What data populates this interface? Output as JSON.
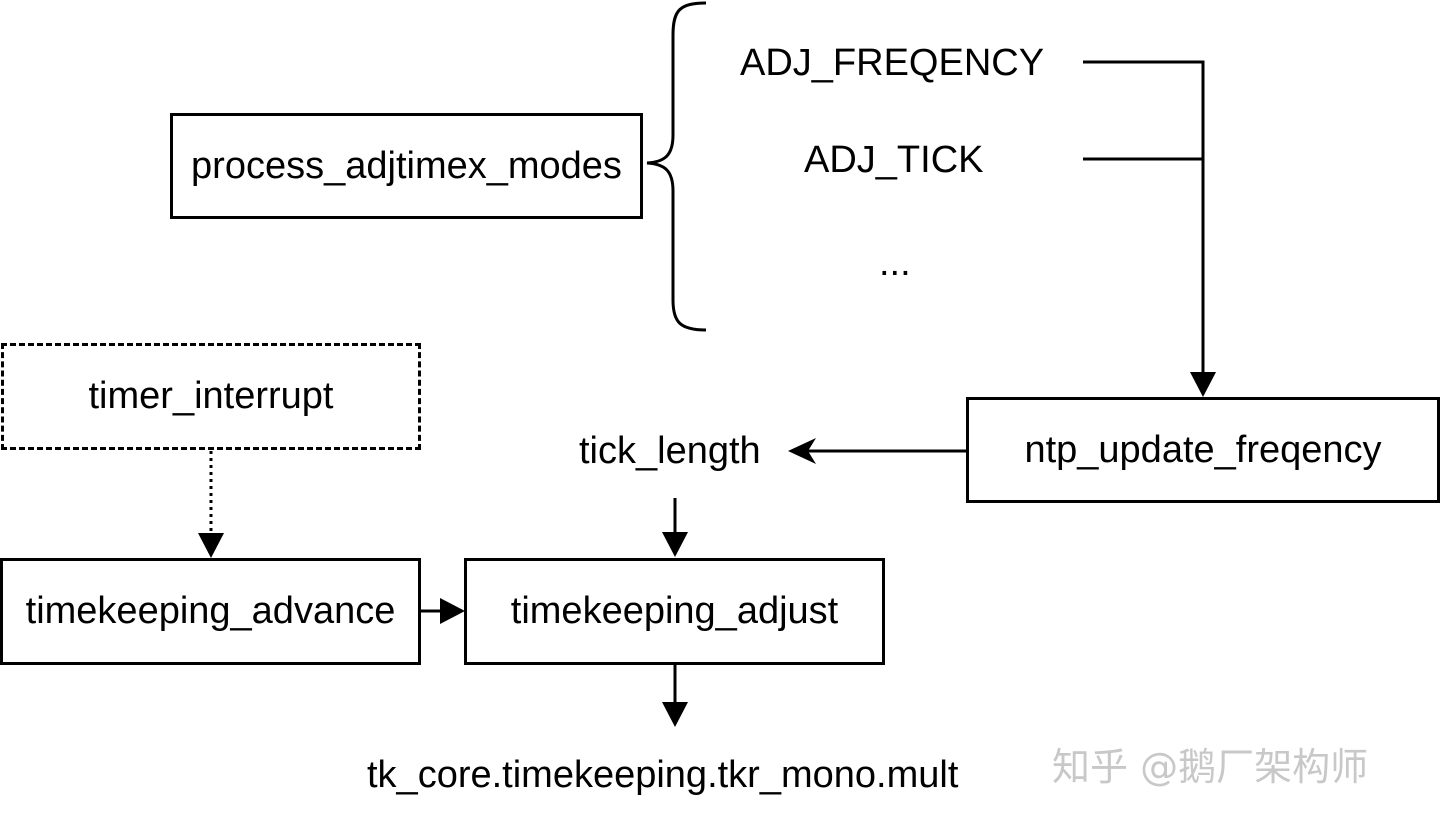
{
  "nodes": {
    "process_modes": "process_adjtimex_modes",
    "timer_interrupt": "timer_interrupt",
    "ntp_update": "ntp_update_freqency",
    "timekeeping_advance": "timekeeping_advance",
    "timekeeping_adjust": "timekeeping_adjust"
  },
  "labels": {
    "adj_frequency": "ADJ_FREQENCY",
    "adj_tick": "ADJ_TICK",
    "ellipsis": "...",
    "tick_length": "tick_length",
    "tk_core_mult": "tk_core.timekeeping.tkr_mono.mult"
  },
  "watermark": "知乎 @鹅厂架构师"
}
